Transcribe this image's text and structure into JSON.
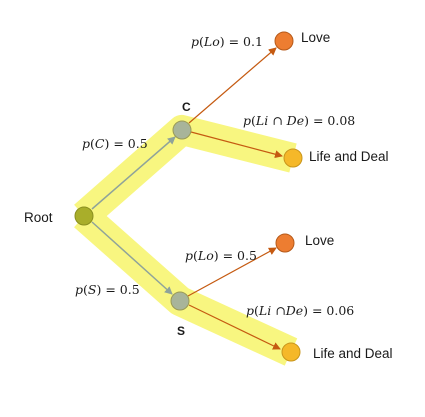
{
  "colors": {
    "highlight": "#f7f56a",
    "arrow_gray": "#8fa39a",
    "arrow_brown": "#c55a11",
    "node_olive": "#a9ae2a",
    "node_gray": "#a8b49a",
    "node_orange": "#ed7d31",
    "node_gold": "#f5b829"
  },
  "nodes": {
    "root": "Root",
    "c": "C",
    "s": "S",
    "c_love": "Love",
    "c_life_deal": "Life and Deal",
    "s_love": "Love",
    "s_life_deal": "Life and Deal"
  },
  "edges": {
    "root_to_c": {
      "fn": "p",
      "arg": "C",
      "op": "",
      "arg2": "",
      "value": "= 0.5"
    },
    "root_to_s": {
      "fn": "p",
      "arg": "S",
      "op": "",
      "arg2": "",
      "value": "= 0.5"
    },
    "c_to_love": {
      "fn": "p",
      "arg": "Lo",
      "op": "",
      "arg2": "",
      "value": "= 0.1"
    },
    "c_to_life_deal": {
      "fn": "p",
      "arg": "Li",
      "op": "∩",
      "arg2": "De",
      "value": "= 0.08"
    },
    "s_to_love": {
      "fn": "p",
      "arg": "Lo",
      "op": "",
      "arg2": "",
      "value": "= 0.5"
    },
    "s_to_life_deal": {
      "fn": "p",
      "arg": "Li",
      "op": "∩",
      "arg2": "De",
      "value": "= 0.06"
    }
  }
}
